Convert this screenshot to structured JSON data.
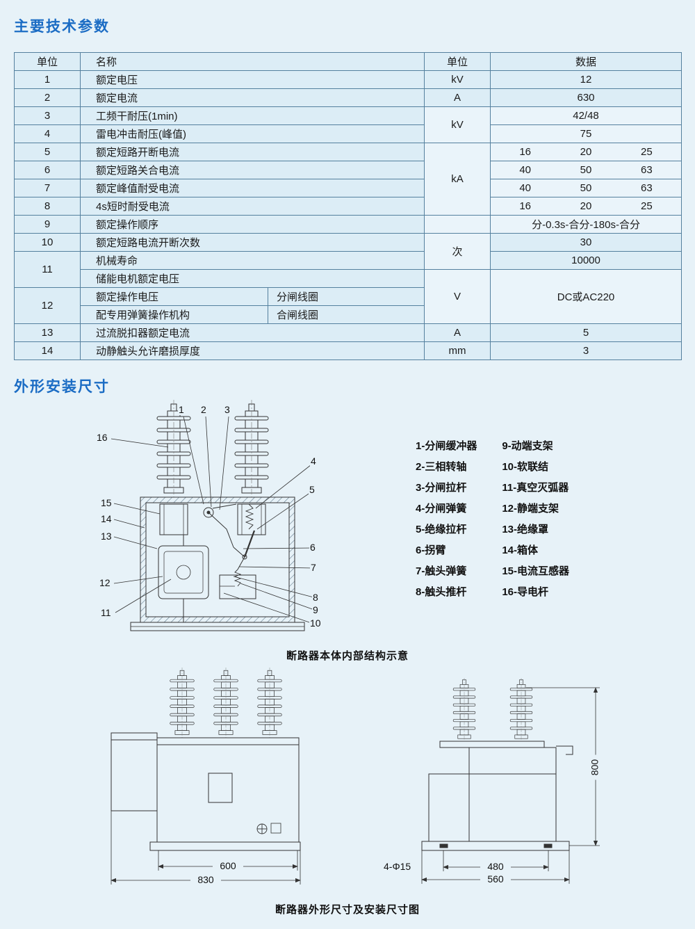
{
  "page": {
    "bg": "#e7f2f8",
    "accent": "#1b6cc4"
  },
  "sections": {
    "params": "主要技术参数",
    "outline": "外形安装尺寸"
  },
  "table": {
    "headers": {
      "no": "单位",
      "name": "名称",
      "unit": "单位",
      "data": "数据"
    },
    "rows": [
      {
        "no": "1",
        "name": "额定电压",
        "unit": "kV",
        "data": "12"
      },
      {
        "no": "2",
        "name": "额定电流",
        "unit": "A",
        "data": "630"
      },
      {
        "no": "3",
        "name": "工频干耐压(1min)",
        "unit": "kV",
        "data": "42/48"
      },
      {
        "no": "4",
        "name": "雷电冲击耐压(峰值)",
        "data": "75"
      },
      {
        "no": "5",
        "name": "额定短路开断电流",
        "unit": "kA",
        "d1": "16",
        "d2": "20",
        "d3": "25"
      },
      {
        "no": "6",
        "name": "额定短路关合电流",
        "d1": "40",
        "d2": "50",
        "d3": "63"
      },
      {
        "no": "7",
        "name": "额定峰值耐受电流",
        "d1": "40",
        "d2": "50",
        "d3": "63"
      },
      {
        "no": "8",
        "name": "4s短时耐受电流",
        "d1": "16",
        "d2": "20",
        "d3": "25"
      },
      {
        "no": "9",
        "name": "额定操作顺序",
        "data": "分-0.3s-合分-180s-合分"
      },
      {
        "no": "10",
        "name": "额定短路电流开断次数",
        "unit": "次",
        "data": "30"
      },
      {
        "no": "11",
        "name": "机械寿命",
        "data": "10000"
      },
      {
        "name": "储能电机额定电压",
        "unit": "V",
        "data": "DC或AC220"
      },
      {
        "no": "12",
        "name": "额定操作电压",
        "sub": "分闸线圈"
      },
      {
        "name": "配专用弹簧操作机构",
        "sub": "合闸线圈"
      },
      {
        "no": "13",
        "name": "过流脱扣器额定电流",
        "unit": "A",
        "data": "5"
      },
      {
        "no": "14",
        "name": "动静触头允许磨损厚度",
        "unit": "mm",
        "data": "3"
      }
    ]
  },
  "diagram": {
    "caption": "断路器本体内部结构示意",
    "callouts": [
      "1",
      "2",
      "3",
      "4",
      "5",
      "6",
      "7",
      "8",
      "9",
      "10",
      "11",
      "12",
      "13",
      "14",
      "15",
      "16"
    ],
    "legend": [
      "1-分闸缓冲器",
      "2-三相转轴",
      "3-分闸拉杆",
      "4-分闸弹簧",
      "5-绝缘拉杆",
      "6-拐臂",
      "7-触头弹簧",
      "8-触头推杆",
      "9-动端支架",
      "10-软联结",
      "11-真空灭弧器",
      "12-静端支架",
      "13-绝缘罩",
      "14-箱体",
      "15-电流互感器",
      "16-导电杆"
    ]
  },
  "outline": {
    "caption": "断路器外形尺寸及安装尺寸图",
    "dim_600": "600",
    "dim_830": "830",
    "dim_holes": "4-Φ15",
    "dim_480": "480",
    "dim_560": "560",
    "dim_800": "800"
  }
}
